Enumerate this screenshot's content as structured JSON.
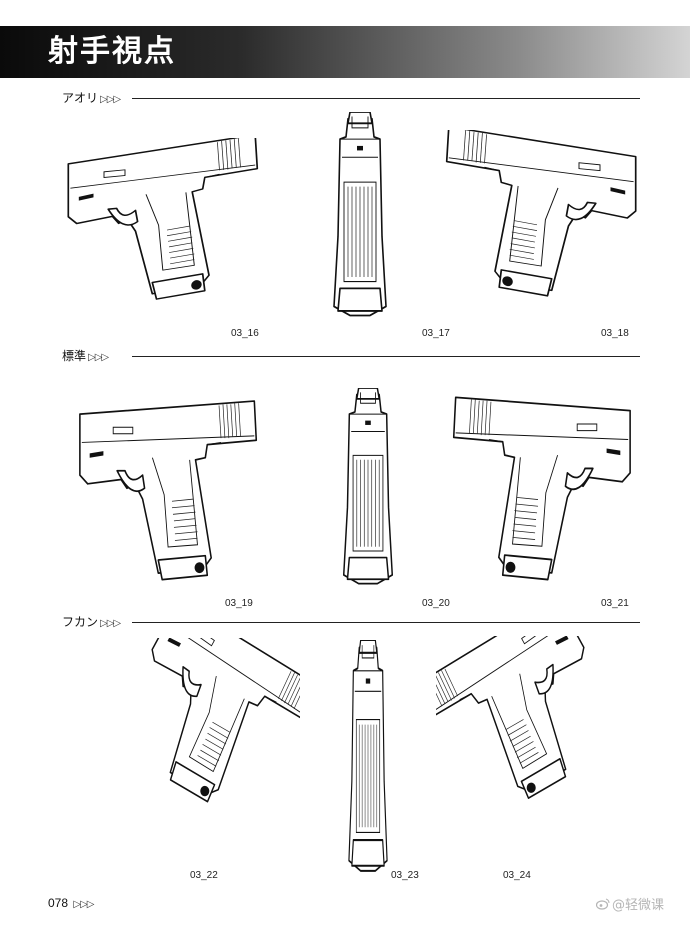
{
  "title": "射手視点",
  "sections": [
    {
      "label": "アオリ",
      "arrows": "▷▷▷"
    },
    {
      "label": "標準",
      "arrows": "▷▷▷"
    },
    {
      "label": "フカン",
      "arrows": "▷▷▷"
    }
  ],
  "figures": [
    {
      "caption": "03_16",
      "icon": "pistol-low-angle-left-illustration"
    },
    {
      "caption": "03_17",
      "icon": "pistol-low-angle-rear-illustration"
    },
    {
      "caption": "03_18",
      "icon": "pistol-low-angle-right-illustration"
    },
    {
      "caption": "03_19",
      "icon": "pistol-eye-level-left-illustration"
    },
    {
      "caption": "03_20",
      "icon": "pistol-eye-level-rear-illustration"
    },
    {
      "caption": "03_21",
      "icon": "pistol-eye-level-right-illustration"
    },
    {
      "caption": "03_22",
      "icon": "pistol-high-angle-left-illustration"
    },
    {
      "caption": "03_23",
      "icon": "pistol-high-angle-rear-illustration"
    },
    {
      "caption": "03_24",
      "icon": "pistol-high-angle-right-illustration"
    }
  ],
  "footer": {
    "page_number": "078",
    "arrows": "▷▷▷"
  },
  "watermark": {
    "text": "@轻微课",
    "icon": "weibo-icon"
  },
  "colors": {
    "title_bar_dark": "#0a0a0a",
    "title_bar_light": "#d4d4d4",
    "text": "#111111",
    "watermark": "#b5b5b5"
  }
}
